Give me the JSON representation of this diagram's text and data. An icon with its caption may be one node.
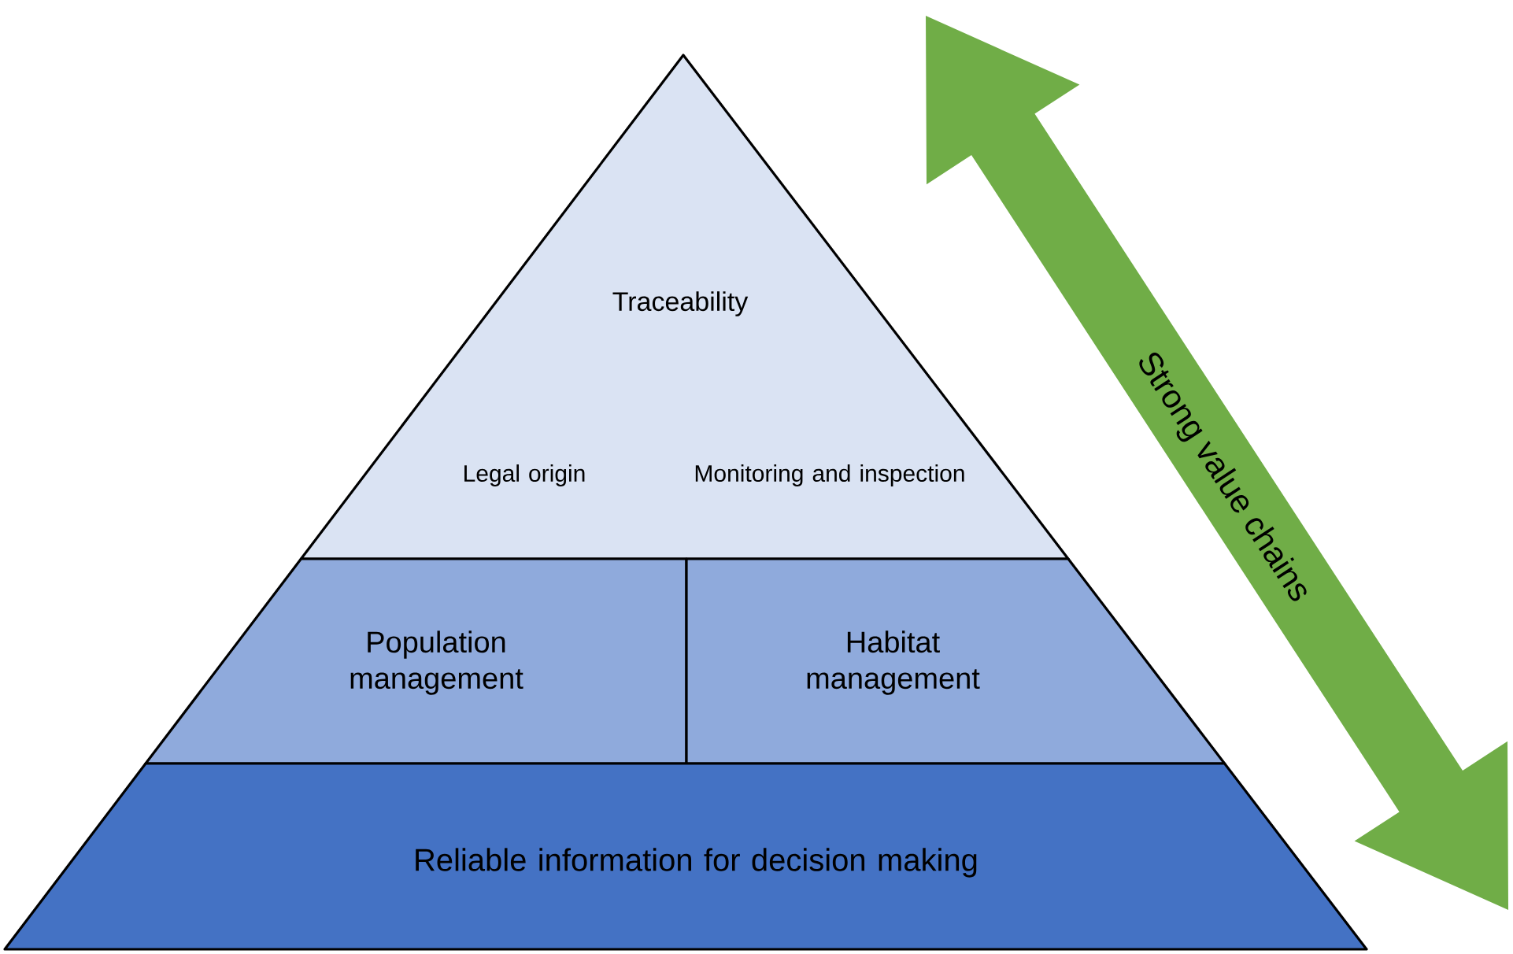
{
  "diagram": {
    "nodes": [
      {
        "text": [
          "Traceability",
          "Legal origin",
          "Monitoring and inspection"
        ]
      },
      {
        "text": [
          "Population management"
        ]
      },
      {
        "text": [
          "Habitat management"
        ]
      },
      {
        "text": [
          "Reliable information for decision making"
        ]
      }
    ],
    "labels": [
      "Strong value chains"
    ]
  }
}
